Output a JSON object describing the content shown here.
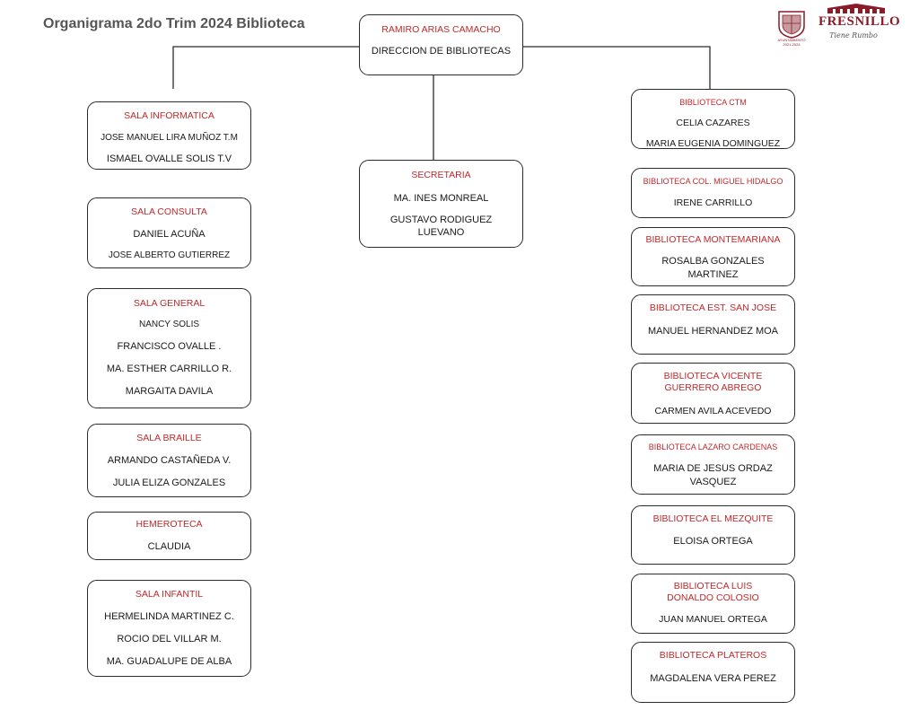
{
  "title": "Organigrama 2do Trim 2024 Biblioteca",
  "logos": {
    "seal_text": [
      "AYUNTAMIENTO",
      "2021-2024"
    ],
    "brand_name": "FRESNILLO",
    "brand_tagline": "Tiene Rumbo",
    "brand_color": "#8a1c2a"
  },
  "colors": {
    "header": "#c0282b",
    "text": "#1a1a1a",
    "border": "#2b2b2b"
  },
  "director": {
    "header": "RAMIRO ARIAS CAMACHO",
    "names": [
      "DIRECCION DE BIBLIOTECAS"
    ]
  },
  "secretaria": {
    "header": "SECRETARIA",
    "names": [
      "MA. INES MONREAL",
      "GUSTAVO RODIGUEZ LUEVANO"
    ]
  },
  "salas": [
    {
      "header": "SALA INFORMATICA",
      "names": [
        "JOSE MANUEL LIRA MUÑOZ T.M",
        "ISMAEL OVALLE SOLIS T.V"
      ]
    },
    {
      "header": "SALA CONSULTA",
      "names": [
        "DANIEL ACUÑA",
        "JOSE ALBERTO GUTIERREZ"
      ]
    },
    {
      "header": "SALA GENERAL",
      "names": [
        "NANCY SOLIS",
        "FRANCISCO OVALLE .",
        "MA. ESTHER CARRILLO R.",
        "MARGAITA DAVILA"
      ]
    },
    {
      "header": "SALA BRAILLE",
      "names": [
        "ARMANDO CASTAÑEDA V.",
        "JULIA ELIZA GONZALES"
      ]
    },
    {
      "header": "HEMEROTECA",
      "names": [
        "CLAUDIA"
      ]
    },
    {
      "header": "SALA INFANTIL",
      "names": [
        "HERMELINDA MARTINEZ C.",
        "ROCIO DEL VILLAR M.",
        "MA. GUADALUPE DE ALBA"
      ]
    }
  ],
  "bibliotecas": [
    {
      "header": "BIBLIOTECA CTM",
      "names": [
        "CELIA CAZARES",
        "MARIA EUGENIA DOMINGUEZ"
      ]
    },
    {
      "header": "BIBLIOTECA COL. MIGUEL HIDALGO",
      "names": [
        "IRENE CARRILLO"
      ]
    },
    {
      "header": "BIBLIOTECA MONTEMARIANA",
      "names": [
        "ROSALBA GONZALES MARTINEZ"
      ]
    },
    {
      "header": "BIBLIOTECA EST. SAN JOSE",
      "names": [
        "MANUEL HERNANDEZ MOA"
      ]
    },
    {
      "header": "BIBLIOTECA VICENTE GUERRERO ABREGO",
      "names": [
        "CARMEN AVILA ACEVEDO"
      ]
    },
    {
      "header": "BIBLIOTECA LAZARO CARDENAS",
      "names": [
        "MARIA DE JESUS ORDAZ VASQUEZ"
      ]
    },
    {
      "header": "BIBLIOTECA EL MEZQUITE",
      "names": [
        "ELOISA ORTEGA"
      ]
    },
    {
      "header": "BIBLIOTECA LUIS DONALDO COLOSIO",
      "names": [
        "JUAN MANUEL ORTEGA"
      ]
    },
    {
      "header": "BIBLIOTECA PLATEROS",
      "names": [
        "MAGDALENA VERA PEREZ"
      ]
    }
  ]
}
